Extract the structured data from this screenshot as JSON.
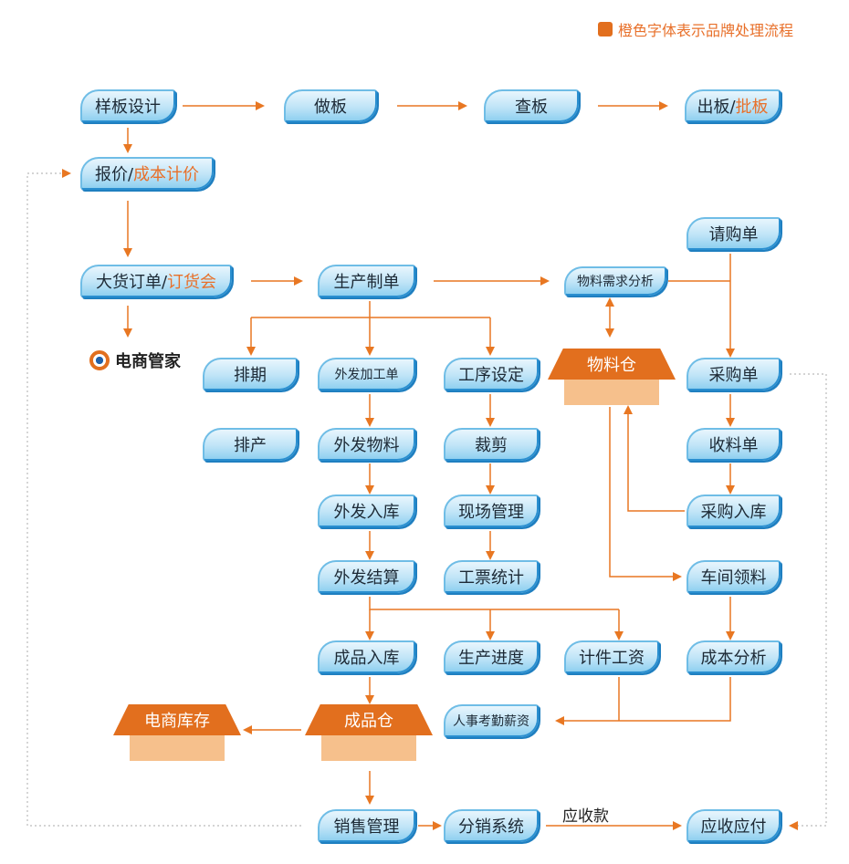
{
  "legend": {
    "text": "橙色字体表示品牌处理流程",
    "color": "#e26f1e"
  },
  "nodes": {
    "sample_design": "样板设计",
    "make_board": "做板",
    "check_board": "查板",
    "out_board": "出板/",
    "approve_board": "批板",
    "quote": "报价/",
    "cost_pricing": "成本计价",
    "purchase_request": "请购单",
    "bulk_order": "大货订单/",
    "order_fair": "订货会",
    "production_order": "生产制单",
    "mrp": "物料需求分析",
    "ecommerce_manager": "电商管家",
    "schedule": "排期",
    "outsource_order": "外发加工单",
    "process_setting": "工序设定",
    "material_warehouse": "物料仓",
    "purchase_order": "采购单",
    "production_plan": "排产",
    "outsource_material": "外发物料",
    "cutting": "裁剪",
    "receiving": "收料单",
    "outsource_inbound": "外发入库",
    "site_management": "现场管理",
    "purchase_inbound": "采购入库",
    "outsource_settlement": "外发结算",
    "ticket_stats": "工票统计",
    "workshop_requisition": "车间领料",
    "finished_inbound": "成品入库",
    "production_progress": "生产进度",
    "piece_wage": "计件工资",
    "cost_analysis": "成本分析",
    "ecommerce_stock": "电商库存",
    "finished_warehouse": "成品仓",
    "hr_payroll": "人事考勤薪资",
    "sales_management": "销售管理",
    "distribution_system": "分销系统",
    "receivables_label": "应收款",
    "ar_ap": "应收应付"
  },
  "colors": {
    "arrow": "#e87722",
    "box_border": "#2a8fd0",
    "brand_text": "#e8702a"
  }
}
